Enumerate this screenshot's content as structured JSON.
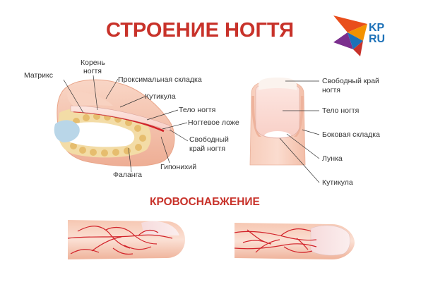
{
  "title": "СТРОЕНИЕ НОГТЯ",
  "logo": {
    "line1": "KP",
    "line2": "RU",
    "bird_colors": [
      "#e94e1b",
      "#f39200",
      "#7b2f8e",
      "#1d71b8",
      "#c8322a"
    ]
  },
  "section_title": "КРОВОСНАБЖЕНИЕ",
  "left_labels": {
    "matrix": "Матрикс",
    "root_line1": "Корень",
    "root_line2": "ногтя",
    "proximal_fold": "Проксимальная складка",
    "cuticle": "Кутикула",
    "nail_body": "Тело ногтя",
    "nail_bed": "Ногтевое ложе",
    "free_edge_line1": "Свободный",
    "free_edge_line2": "край ногтя",
    "hyponychium": "Гипонихий",
    "phalanx": "Фаланга"
  },
  "right_labels": {
    "free_edge_line1": "Свободный край",
    "free_edge_line2": "ногтя",
    "nail_body": "Тело ногтя",
    "lateral_fold": "Боковая складка",
    "lunula": "Лунка",
    "cuticle": "Кутикула"
  },
  "colors": {
    "accent": "#c8322a",
    "skin": "#f6c8b4",
    "skin_dark": "#eca98f",
    "nail": "#fbe3df",
    "bone": "#f1d59a",
    "vessel": "#d2232a"
  }
}
